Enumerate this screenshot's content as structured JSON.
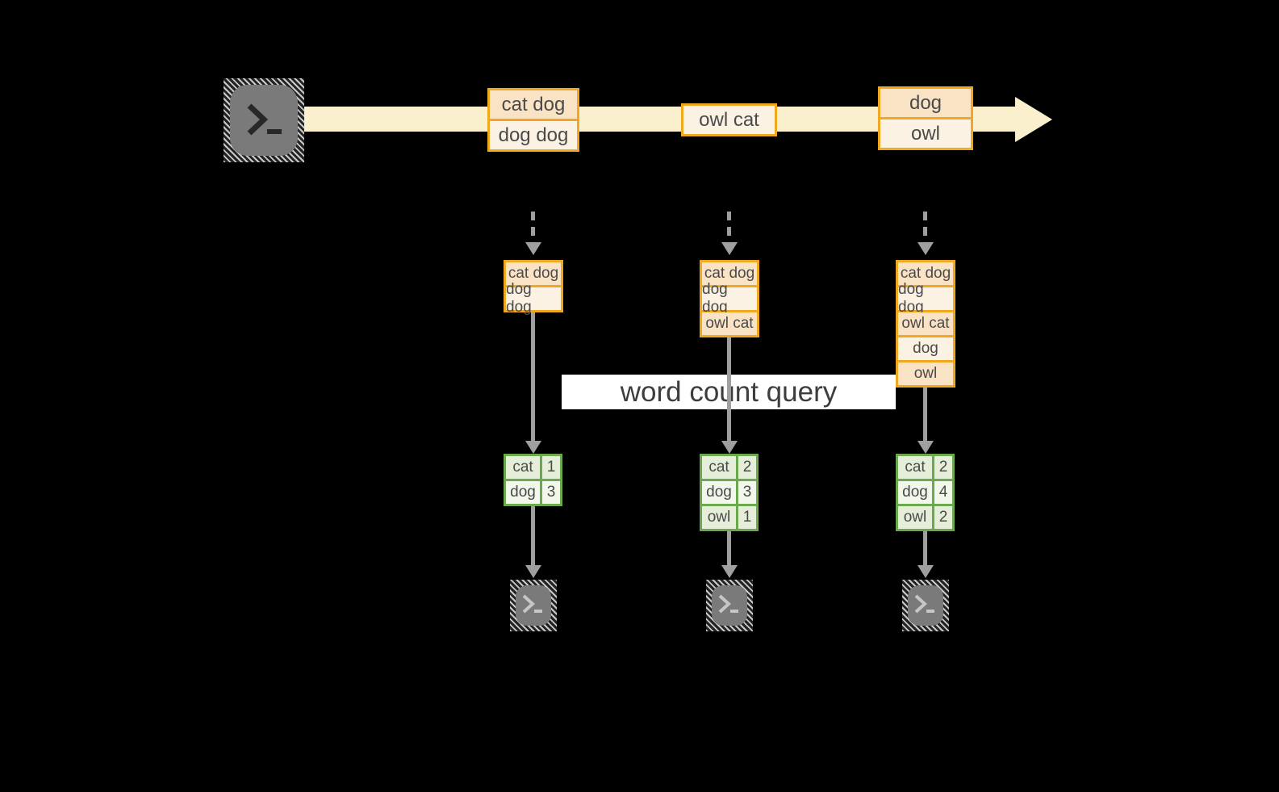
{
  "diagram": {
    "query_label": "word count query",
    "stream": {
      "events": [
        {
          "lines": [
            "cat dog",
            "dog dog"
          ]
        },
        {
          "lines": [
            "owl cat"
          ]
        },
        {
          "lines": [
            "dog",
            "owl"
          ]
        }
      ]
    },
    "workers": [
      {
        "buffer": [
          "cat dog",
          "dog dog"
        ],
        "counts": [
          [
            "cat",
            "1"
          ],
          [
            "dog",
            "3"
          ]
        ]
      },
      {
        "buffer": [
          "cat dog",
          "dog dog",
          "owl cat"
        ],
        "counts": [
          [
            "cat",
            "2"
          ],
          [
            "dog",
            "3"
          ],
          [
            "owl",
            "1"
          ]
        ]
      },
      {
        "buffer": [
          "cat dog",
          "dog dog",
          "owl cat",
          "dog",
          "owl"
        ],
        "counts": [
          [
            "cat",
            "2"
          ],
          [
            "dog",
            "4"
          ],
          [
            "owl",
            "2"
          ]
        ]
      }
    ],
    "icons": {
      "source": "terminal-icon",
      "sinks": "terminal-icon"
    },
    "colors": {
      "background": "#000000",
      "stream_band": "#FAF0CE",
      "event_border": "#F0A81E",
      "event_fill_dark": "#FAE3C4",
      "event_fill_light": "#FCF2E3",
      "table_border": "#6CA94E",
      "table_fill_dark": "#E4EED8",
      "table_fill_light": "#F2F7EC",
      "arrow_gray": "#9F9F9F",
      "terminal_gray": "#7A7A7A",
      "label_background": "#FFFFFF",
      "text": "#4A4A4A"
    }
  }
}
